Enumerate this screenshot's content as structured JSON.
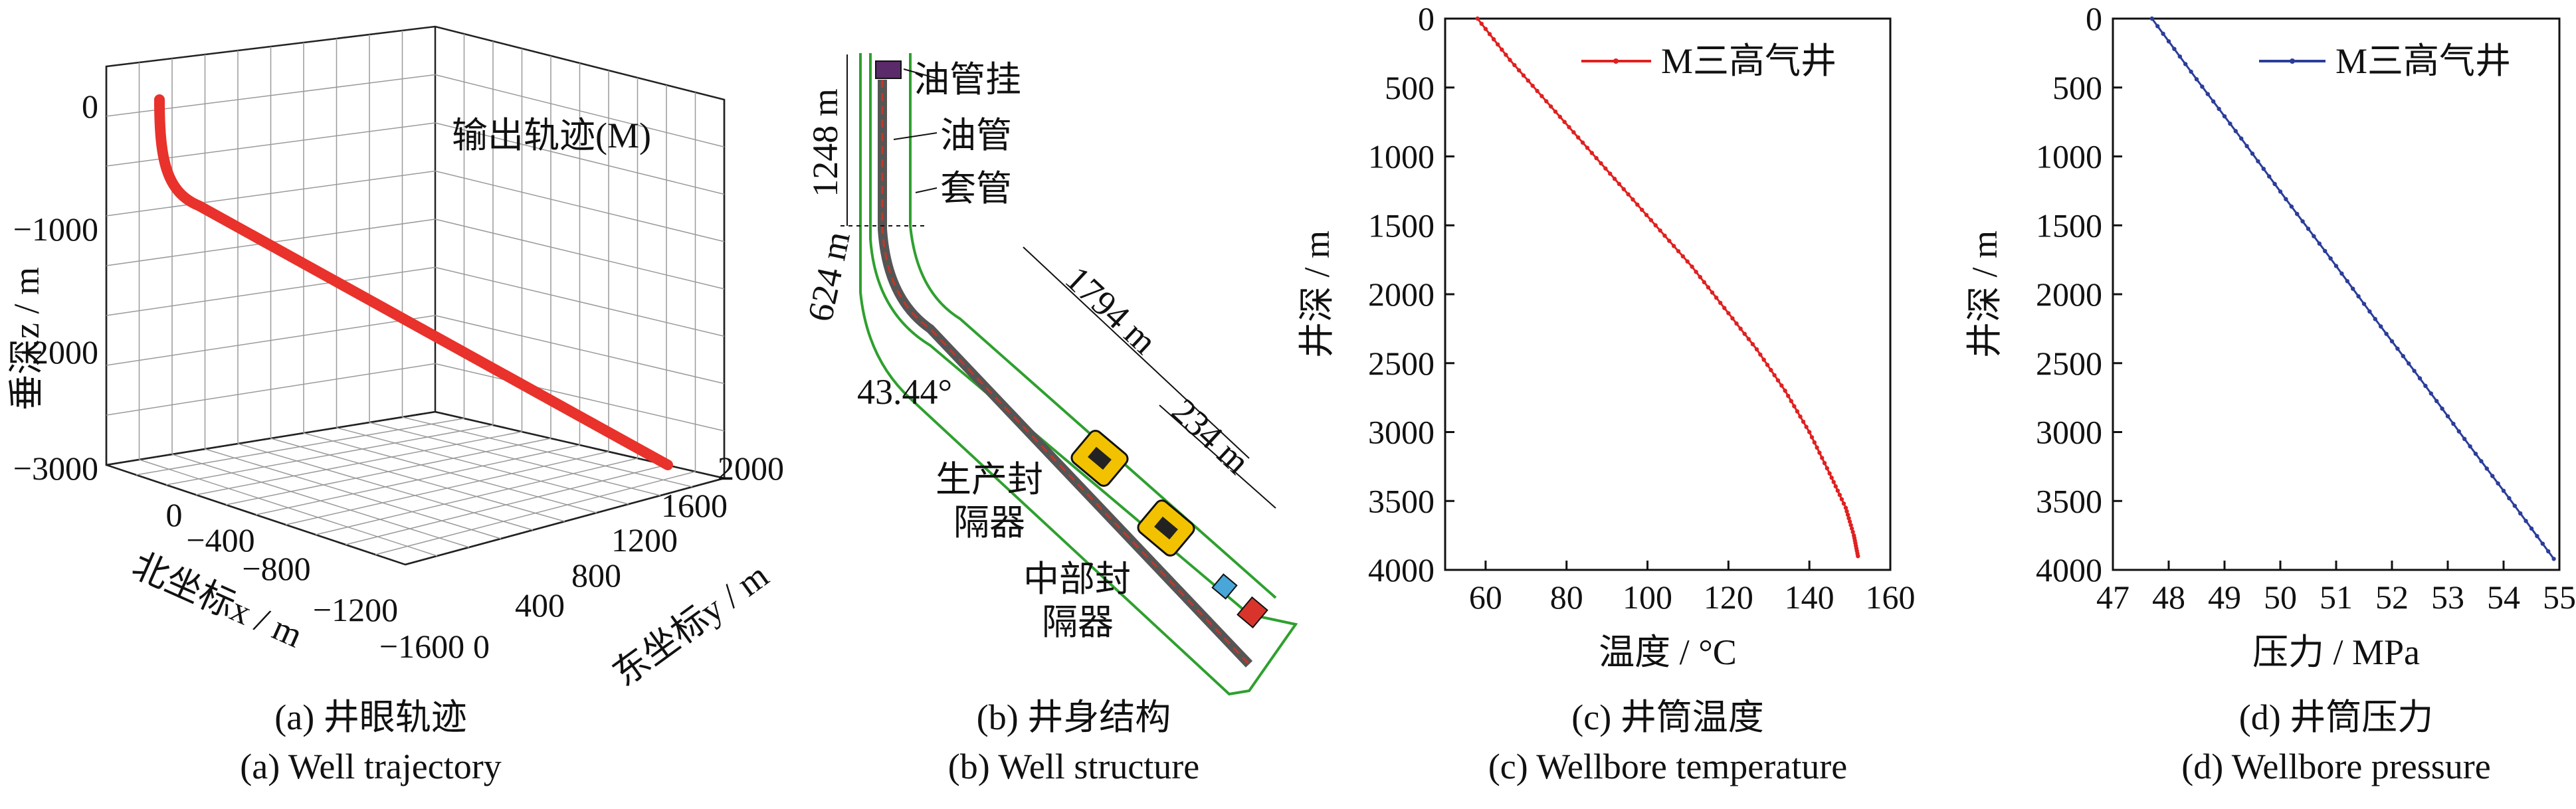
{
  "chart_data": [
    {
      "id": "a",
      "type": "line3d",
      "caption_cn": "(a) 井眼轨迹",
      "caption_en": "(a) Well trajectory",
      "annotation": "输出轨迹(M)",
      "xlabel": "北坐标x / m",
      "ylabel": "东坐标y / m",
      "zlabel": "垂深z / m",
      "x_ticks": [
        "0",
        "−400",
        "−800",
        "−1200",
        "−1600"
      ],
      "y_ticks": [
        "0",
        "400",
        "800",
        "1200",
        "1600",
        "2000"
      ],
      "z_ticks": [
        "0",
        "−1000",
        "−2000",
        "−3000"
      ],
      "color": "#e8322b"
    },
    {
      "id": "b",
      "type": "diagram",
      "caption_cn": "(b) 井身结构",
      "caption_en": "(b) Well structure",
      "labels": {
        "hanger": "油管挂",
        "tubing": "油管",
        "casing": "套管",
        "prod_packer_1": "生产封",
        "prod_packer_2": "隔器",
        "mid_packer_1": "中部封",
        "mid_packer_2": "隔器"
      },
      "dims": {
        "vertical": "1248 m",
        "build": "624 m",
        "tangent": "1794 m",
        "lower": "234 m",
        "angle": "43.44°"
      },
      "colors": {
        "casing": "#2ea02e",
        "tubing": "#c0392b"
      }
    },
    {
      "id": "c",
      "type": "line",
      "caption_cn": "(c) 井筒温度",
      "caption_en": "(c) Wellbore temperature",
      "xlabel": "温度 / °C",
      "ylabel": "井深 / m",
      "xlim": [
        50,
        160
      ],
      "ylim": [
        0,
        4000
      ],
      "y_inverted": true,
      "x_ticks": [
        60,
        80,
        100,
        120,
        140,
        160
      ],
      "y_ticks": [
        0,
        500,
        1000,
        1500,
        2000,
        2500,
        3000,
        3500,
        4000
      ],
      "legend_position": "top-right",
      "series": [
        {
          "name": "M三高气井",
          "color": "#e02020",
          "x": [
            58,
            66,
            75,
            84,
            93,
            102,
            111,
            119,
            127,
            134,
            140,
            145,
            149,
            151,
            152
          ],
          "y": [
            0,
            300,
            600,
            900,
            1200,
            1500,
            1800,
            2100,
            2400,
            2700,
            3000,
            3300,
            3550,
            3750,
            3900
          ]
        }
      ]
    },
    {
      "id": "d",
      "type": "line",
      "caption_cn": "(d) 井筒压力",
      "caption_en": "(d) Wellbore pressure",
      "xlabel": "压力 / MPa",
      "ylabel": "井深 / m",
      "xlim": [
        47,
        55
      ],
      "ylim": [
        0,
        4000
      ],
      "y_inverted": true,
      "x_ticks": [
        47,
        48,
        49,
        50,
        51,
        52,
        53,
        54,
        55
      ],
      "y_ticks": [
        0,
        500,
        1000,
        1500,
        2000,
        2500,
        3000,
        3500,
        4000
      ],
      "legend_position": "top-right",
      "series": [
        {
          "name": "M三高气井",
          "color": "#2b3d9a",
          "x": [
            47.7,
            48.5,
            49.3,
            50.1,
            50.9,
            51.7,
            52.5,
            53.3,
            54.1,
            54.9
          ],
          "y": [
            0,
            440,
            870,
            1310,
            1740,
            2180,
            2610,
            3050,
            3480,
            3920
          ]
        }
      ]
    }
  ]
}
